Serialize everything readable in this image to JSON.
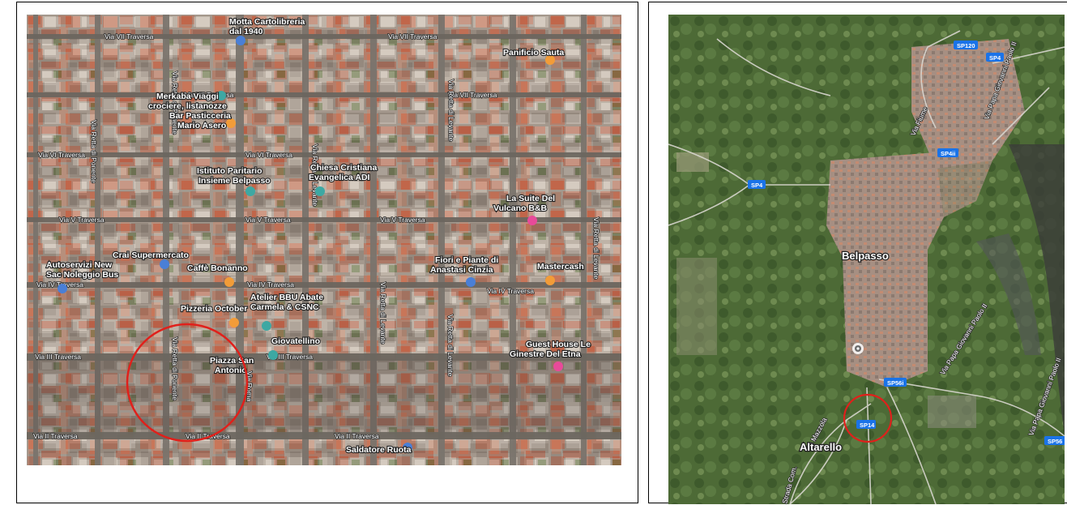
{
  "left_map": {
    "places": [
      {
        "id": "motta",
        "label": "Motta Cartolibreria",
        "label2": "dal 1940",
        "icon": "shopping-icon"
      },
      {
        "id": "panificio",
        "label": "Panificio Sauta",
        "label2": "",
        "icon": "food-icon"
      },
      {
        "id": "merkaba",
        "label": "Merkaba Viaggi",
        "label2": "crociere, listanozze",
        "icon": "travel-icon"
      },
      {
        "id": "bar",
        "label": "Bar Pasticceria",
        "label2": "Mario Asero",
        "icon": "coffee-icon"
      },
      {
        "id": "istituto",
        "label": "Istituto Paritario",
        "label2": "Insieme Belpasso",
        "icon": "school-icon"
      },
      {
        "id": "chiesa",
        "label": "Chiesa Cristiana",
        "label2": "Evangelica ADI",
        "icon": "church-icon"
      },
      {
        "id": "suite",
        "label": "La Suite Del",
        "label2": "Vulcano B&B",
        "icon": "hotel-icon"
      },
      {
        "id": "autoservizi",
        "label": "Autoservizi New",
        "label2": "Sac Noleggio Bus",
        "icon": "bus-icon"
      },
      {
        "id": "crai",
        "label": "Crai Supermercato",
        "label2": "",
        "icon": "cart-icon"
      },
      {
        "id": "caffe",
        "label": "Caffè Bonanno",
        "label2": "",
        "icon": "coffee-icon"
      },
      {
        "id": "fiori",
        "label": "Fiori e Piante di",
        "label2": "Anastasi Cinzia",
        "icon": "shopping-icon"
      },
      {
        "id": "mastercash",
        "label": "Mastercash",
        "label2": "",
        "icon": "shopping-icon"
      },
      {
        "id": "pizzeria",
        "label": "Pizzeria October",
        "label2": "",
        "icon": "food-icon"
      },
      {
        "id": "atelier",
        "label": "Atelier BBU Abate",
        "label2": "Carmela & CSNC",
        "icon": "shopping-icon"
      },
      {
        "id": "giovatellino",
        "label": "Giovatellino",
        "label2": "",
        "icon": "shopping-icon"
      },
      {
        "id": "piazza",
        "label": "Piazza San",
        "label2": "Antonio",
        "icon": ""
      },
      {
        "id": "guesthouse",
        "label": "Guest House Le",
        "label2": "Ginestre Del Etna",
        "icon": "hotel-icon"
      },
      {
        "id": "saldatore",
        "label": "Saldatore Ruota",
        "label2": "",
        "icon": "shopping-icon"
      }
    ],
    "streets": {
      "vii": "Via VII Traversa",
      "vi": "Via VI Traversa",
      "v": "Via V Traversa",
      "iv": "Via IV Traversa",
      "iii": "Via III Traversa",
      "ii": "Via II Traversa",
      "ponente": "Via Retta di Ponente",
      "levante": "Via Retta di Levante",
      "roma": "Via Roma"
    },
    "highlight_color": "#e0201b"
  },
  "right_map": {
    "town_labels": {
      "belpasso": "Belpasso",
      "altarello": "Altarello"
    },
    "road_labels": {
      "mazzola": "Via Mazzola",
      "papa1": "Via Papa Giovanni Paolo II",
      "papa2": "Via Papa Giovanni Paolo II",
      "papa3": "Via Papa Giovanni Paolo II",
      "fiume": "Via Fiume",
      "strada": "Strada Com."
    },
    "shields": [
      {
        "id": "sp120",
        "label": "SP120"
      },
      {
        "id": "sp4a",
        "label": "SP4"
      },
      {
        "id": "sp4ii",
        "label": "SP4ii"
      },
      {
        "id": "sp4b",
        "label": "SP4"
      },
      {
        "id": "sp56",
        "label": "SP56i"
      },
      {
        "id": "sp14",
        "label": "SP14"
      },
      {
        "id": "sp56e",
        "label": "SP56"
      }
    ],
    "shield_color": "#1a73e8",
    "highlight_color": "#e0201b"
  }
}
